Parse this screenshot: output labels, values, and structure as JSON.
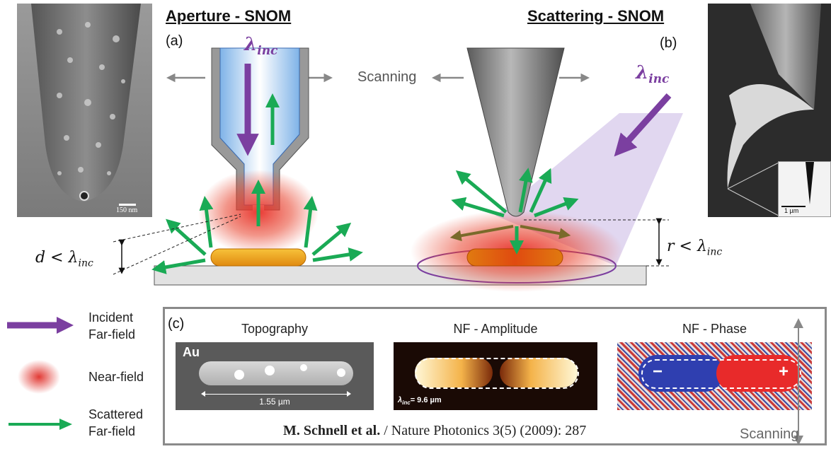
{
  "titles": {
    "aperture": "Aperture - SNOM",
    "scattering": "Scattering - SNOM"
  },
  "panel_labels": {
    "a": "(a)",
    "b": "(b)",
    "c": "(c)"
  },
  "scanning_label": "Scanning",
  "lambda_symbol": "λ",
  "lambda_sub": "inc",
  "distance_labels": {
    "d_prefix": "d <",
    "r_prefix": "r <"
  },
  "sem_left": {
    "scale_bar": "150 nm"
  },
  "sem_right": {
    "scale_bar": "1 µm"
  },
  "legend": [
    {
      "label_line1": "Incident",
      "label_line2": "Far-field",
      "icon": "purple-arrow-icon"
    },
    {
      "label_line1": "Near-field",
      "label_line2": "",
      "icon": "red-glow-icon"
    },
    {
      "label_line1": "Scattered",
      "label_line2": "Far-field",
      "icon": "green-arrow-icon"
    }
  ],
  "images": {
    "topography": {
      "title": "Topography",
      "material": "Au",
      "length": "1.55 µm"
    },
    "amplitude": {
      "title": "NF - Amplitude",
      "lambda_value": "= 9.6 µm"
    },
    "phase": {
      "title": "NF - Phase",
      "minus": "−",
      "plus": "+"
    }
  },
  "citation": {
    "authors": "M. Schnell et al.",
    "source": " / Nature Photonics 3(5) (2009): 287"
  },
  "scanning_vertical": "Scanning",
  "colors": {
    "incident": "#7b3fa0",
    "scattered": "#1aaa55",
    "nearfield": "#e0302a",
    "frame": "#8a8a8a"
  }
}
